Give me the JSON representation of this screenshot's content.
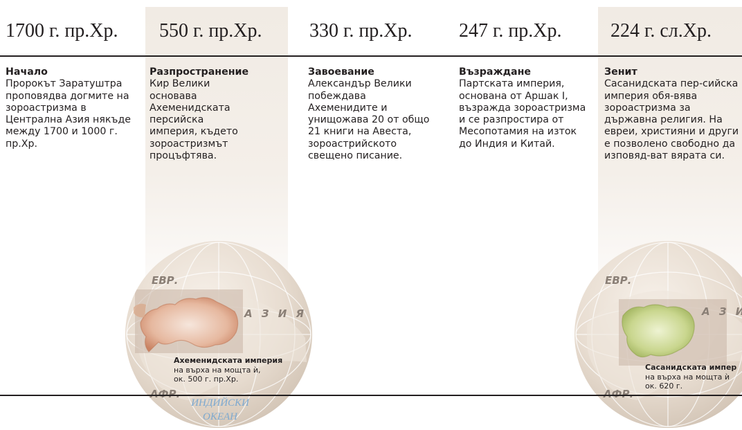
{
  "colors": {
    "highlight_band": "#f1ebe4",
    "rule": "#231f20",
    "achaemenid_fill": "#d9a586",
    "sasanian_fill": "#c9d68e",
    "ocean_label": "#7ea9cf",
    "region_label": "#8a7f76"
  },
  "timeline": [
    {
      "year": "1700 г. пр.Хр.",
      "title": "Начало",
      "body": "Пророкът Заратуштра проповядва догмите на зороастризма в Централна Азия някъде между 1700 и 1000 г. пр.Хр."
    },
    {
      "year": "550 г. пр.Хр.",
      "title": "Разпространение",
      "body": "Кир Велики основава Ахеменидската персийска империя, където зороастризмът процъфтява."
    },
    {
      "year": "330 г. пр.Хр.",
      "title": "Завоевание",
      "body": "Александър Велики побеждава Ахеменидите и унищожава 20 от общо 21 книги на Авеста, зороастрийското свещено писание."
    },
    {
      "year": "247 г. пр.Хр.",
      "title": "Възраждане",
      "body": "Партската империя, основана от Аршак I, възражда зороастризма и се разпростира от Месопотамия на изток до Индия и Китай."
    },
    {
      "year": "224 г. сл.Хр.",
      "title": "Зенит",
      "body": "Сасанидската пер-сийска империя обя-вява зороастризма за държавна религия. На евреи, християни и други е позволено свободно да изповяд-ват вярата си."
    }
  ],
  "maps": {
    "achaemenid": {
      "label_europe": "ЕВР.",
      "label_asia": "А З И Я",
      "label_africa": "АФР.",
      "ocean_line1": "ИНДИЙСКИ",
      "ocean_line2": "ОКЕАН",
      "caption_title": "Ахеменидската империя",
      "caption_line1": "на върха на мощта ѝ,",
      "caption_line2": "ок. 500 г. пр.Хр."
    },
    "sasanian": {
      "label_europe": "ЕВР.",
      "label_asia": "А З И",
      "label_africa": "АФР.",
      "caption_title": "Сасанидската импер",
      "caption_line1": "на върха на мощта ѝ",
      "caption_line2": "ок. 620 г."
    }
  }
}
